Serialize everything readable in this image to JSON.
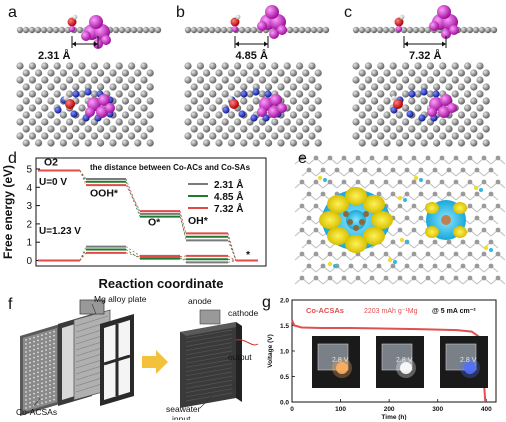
{
  "panels": {
    "a": {
      "label": "a",
      "distance": "2.31 Å"
    },
    "b": {
      "label": "b",
      "distance": "4.85 Å"
    },
    "c": {
      "label": "c",
      "distance": "7.32 Å"
    },
    "d": {
      "label": "d"
    },
    "e": {
      "label": "e"
    },
    "f": {
      "label": "f",
      "callouts": {
        "mg_plate": "Mg alloy plate",
        "anode": "anode",
        "cathode": "cathode",
        "output": "output",
        "seawater": "seawater",
        "input": "input",
        "co_acsas": "Co-ACSAs"
      }
    },
    "g": {
      "label": "g"
    }
  },
  "chart_data": [
    {
      "type": "line",
      "panel": "d",
      "ylabel": "Free energy (eV)",
      "xlabel": "Reaction coordinate",
      "ylim": [
        -0.3,
        5.6
      ],
      "yticks": [
        0,
        1,
        2,
        3,
        4,
        5
      ],
      "steps": [
        "O2",
        "OOH*",
        "O*",
        "OH*",
        "*"
      ],
      "legend_title": "the distance between Co-ACs and Co-SAs",
      "series": [
        {
          "name": "2.31 Å",
          "color": "#7a7a7a",
          "U0": [
            4.92,
            4.45,
            2.55,
            1.1,
            0
          ],
          "U123": [
            0.0,
            0.76,
            0.25,
            -0.1,
            0
          ]
        },
        {
          "name": "4.85 Å",
          "color": "#1f7a2e",
          "U0": [
            4.92,
            4.3,
            2.4,
            1.3,
            0
          ],
          "U123": [
            0.0,
            0.6,
            0.1,
            0.07,
            0
          ]
        },
        {
          "name": "7.32 Å",
          "color": "#e24a4a",
          "U0": [
            4.92,
            4.12,
            2.7,
            1.48,
            0
          ],
          "U123": [
            0.0,
            0.42,
            0.2,
            0.25,
            0
          ]
        }
      ],
      "potentials": [
        "U=0 V",
        "U=1.23 V"
      ]
    },
    {
      "type": "line",
      "panel": "g",
      "ylabel": "Voltage (V)",
      "xlabel": "Time (h)",
      "xlim": [
        0,
        420
      ],
      "ylim": [
        0,
        2
      ],
      "xticks": [
        0,
        100,
        200,
        300,
        400
      ],
      "yticks": [
        0.0,
        0.5,
        1.0,
        1.5,
        2.0
      ],
      "series": [
        {
          "name": "Co-ACSAs",
          "color": "#e05050",
          "x": [
            0,
            5,
            20,
            60,
            120,
            200,
            260,
            300,
            340,
            370,
            385,
            392,
            395,
            398
          ],
          "y": [
            1.6,
            1.5,
            1.46,
            1.45,
            1.45,
            1.44,
            1.43,
            1.42,
            1.41,
            1.38,
            1.28,
            1.0,
            0.4,
            0.0
          ]
        }
      ],
      "annotation": "2203 mAh g⁻¹Mg",
      "current": "@ 5 mA cm⁻²",
      "photo_voltage": "2.8 V"
    }
  ]
}
